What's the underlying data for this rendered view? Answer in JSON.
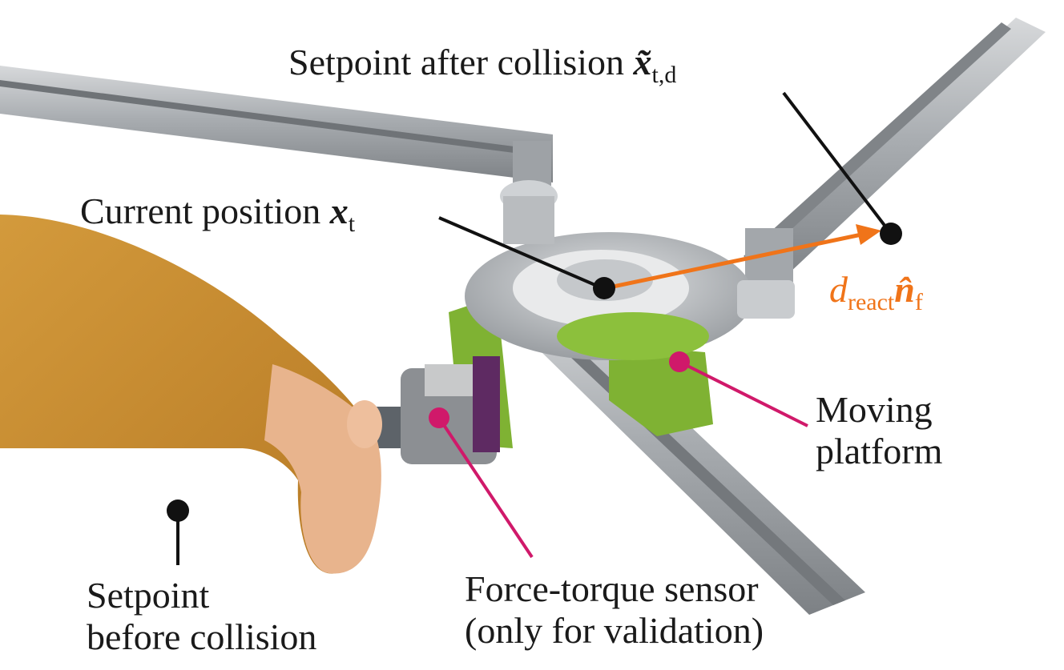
{
  "labels": {
    "setpoint_after": "Setpoint after collision",
    "setpoint_after_sym": "x̃",
    "setpoint_after_sub": "t,d",
    "current_position": "Current position",
    "current_position_sym": "x",
    "current_position_sub": "t",
    "react_d": "d",
    "react_d_sub": "react",
    "react_n": "n̂",
    "react_n_sub": "f",
    "moving_platform_line1": "Moving",
    "moving_platform_line2": "platform",
    "setpoint_before_line1": "Setpoint",
    "setpoint_before_line2": "before collision",
    "ft_sensor_line1": "Force-torque sensor",
    "ft_sensor_line2": "(only for validation)"
  },
  "colors": {
    "arrow": "#f07419",
    "callout": "#d0196a",
    "marker": "#111111",
    "sleeve": "#c98a2c",
    "platform_green": "#7fb233",
    "aluminium": "#b9bcbf"
  }
}
